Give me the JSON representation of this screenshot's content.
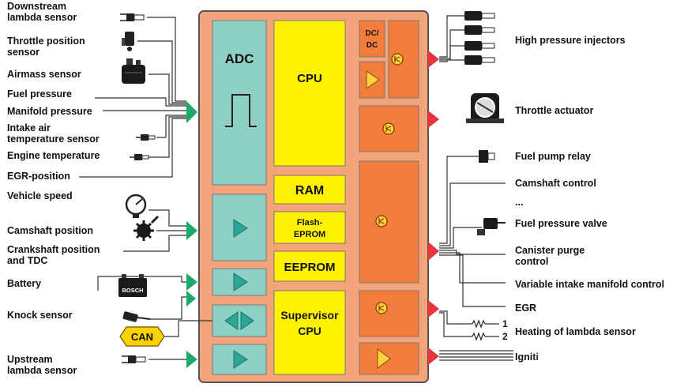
{
  "blocks": {
    "adc": "ADC",
    "cpu": "CPU",
    "ram": "RAM",
    "flash_line1": "Flash-",
    "flash_line2": "EPROM",
    "eeprom": "EEPROM",
    "supervisor_line1": "Supervisor",
    "supervisor_line2": "CPU",
    "dcdc_line1": "DC/",
    "dcdc_line2": "DC",
    "can": "CAN",
    "battery_brand": "BOSCH"
  },
  "inputs": [
    {
      "lines": [
        "Downstream",
        "lambda sensor"
      ]
    },
    {
      "lines": [
        "Throttle position",
        "sensor"
      ]
    },
    {
      "lines": [
        "Airmass sensor"
      ]
    },
    {
      "lines": [
        "Fuel pressure"
      ]
    },
    {
      "lines": [
        "Manifold pressure"
      ]
    },
    {
      "lines": [
        "Intake air",
        "temperature sensor"
      ]
    },
    {
      "lines": [
        "Engine temperature"
      ]
    },
    {
      "lines": [
        "EGR-position"
      ]
    },
    {
      "lines": [
        "Vehicle speed"
      ]
    },
    {
      "lines": [
        "Camshaft position"
      ]
    },
    {
      "lines": [
        "Crankshaft position",
        "and TDC"
      ]
    },
    {
      "lines": [
        "Battery"
      ]
    },
    {
      "lines": [
        "Knock sensor"
      ]
    },
    {
      "lines": [
        "Upstream",
        "lambda sensor"
      ]
    }
  ],
  "outputs": [
    {
      "lines": [
        "High pressure injectors"
      ]
    },
    {
      "lines": [
        "Throttle actuator"
      ]
    },
    {
      "lines": [
        "Fuel pump relay"
      ]
    },
    {
      "lines": [
        "Camshaft control"
      ]
    },
    {
      "lines": [
        "..."
      ]
    },
    {
      "lines": [
        "Fuel pressure valve"
      ]
    },
    {
      "lines": [
        "Canister purge",
        "control"
      ]
    },
    {
      "lines": [
        "Variable intake manifold control"
      ]
    },
    {
      "lines": [
        "EGR"
      ]
    },
    {
      "lines": [
        "Heating of lambda sensor"
      ]
    },
    {
      "lines": [
        "Igniti"
      ]
    }
  ],
  "heater_numbers": [
    "1",
    "2"
  ],
  "colors": {
    "ecu_frame": "#f4a47a",
    "ecu_border": "#555555",
    "adc_teal": "#8fd0c4",
    "cpu_yellow": "#fff200",
    "driver_orange": "#f47c3c",
    "arrow_green": "#1ea86a",
    "arrow_red": "#e8343c",
    "can_yellow": "#ffd200"
  },
  "icons": {
    "downstream_lambda": "lambda-sensor-icon",
    "throttle_position": "throttle-position-sensor-icon",
    "airmass": "airmass-sensor-icon",
    "intake_air_temp": "temperature-sensor-icon",
    "engine_temp": "temperature-sensor-icon",
    "vehicle_speed": "speedometer-icon",
    "camshaft": "gear-wheel-icon",
    "battery": "battery-icon",
    "knock": "knock-sensor-icon",
    "upstream_lambda": "lambda-sensor-icon",
    "injectors": "injector-icon",
    "throttle_actuator": "throttle-body-icon",
    "fuel_pump_relay": "relay-icon",
    "fuel_pressure_valve": "valve-icon",
    "heater": "resistor-icon"
  }
}
